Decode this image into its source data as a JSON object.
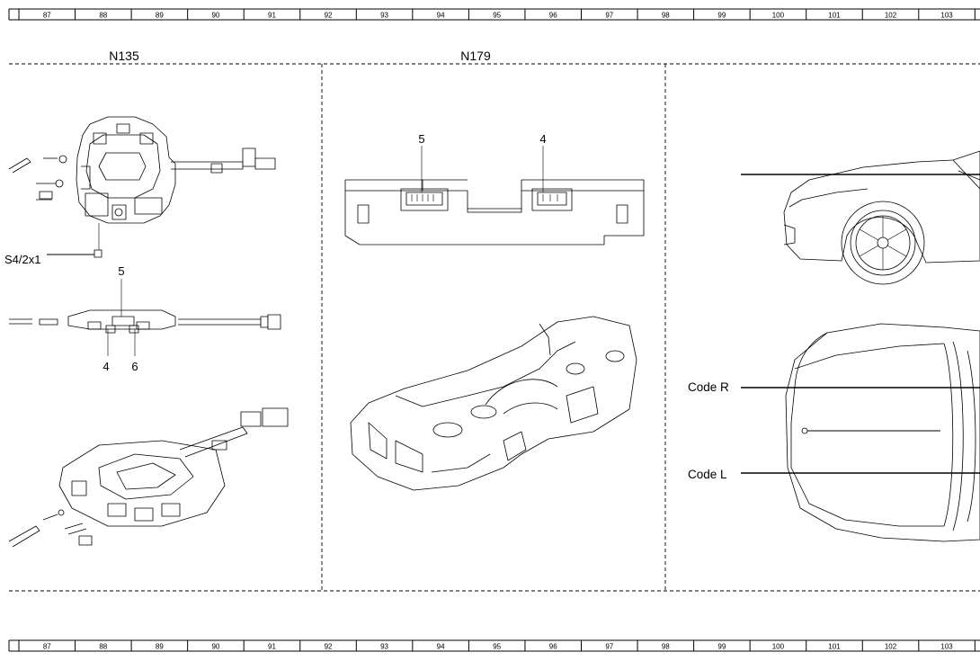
{
  "ruler": {
    "numbers": [
      "87",
      "88",
      "89",
      "90",
      "91",
      "92",
      "93",
      "94",
      "95",
      "96",
      "97",
      "98",
      "99",
      "100",
      "101",
      "102",
      "103"
    ]
  },
  "sections": {
    "left": {
      "title": "N135",
      "connector_label": "S4/2x1",
      "pins_top": "5",
      "pins_bottom_left": "4",
      "pins_bottom_right": "6"
    },
    "middle": {
      "title": "N179",
      "pin_left": "5",
      "pin_right": "4"
    },
    "right": {
      "code_r": "Code R",
      "code_l": "Code L"
    }
  }
}
